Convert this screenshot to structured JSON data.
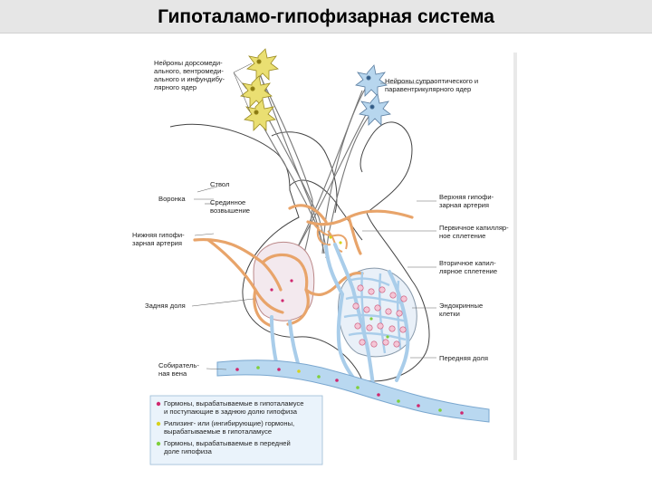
{
  "title": "Гипоталамо-гипофизарная система",
  "labels": {
    "neurons_left": [
      "Нейроны дорсомеди-",
      "ального, вентромеди-",
      "ального и инфундибу-",
      "лярного ядер"
    ],
    "neurons_right": [
      "Нейроны супраоптического и",
      "паравентрикулярного ядер"
    ],
    "stem": "Ствол",
    "funnel": "Воронка",
    "median_eminence": [
      "Срединное",
      "возвышение"
    ],
    "upper_artery": [
      "Верхняя гипофи-",
      "зарная артерия"
    ],
    "lower_artery": [
      "Нижняя гипофи-",
      "зарная артерия"
    ],
    "primary_plexus": [
      "Первичное капилляр-",
      "ное сплетение"
    ],
    "secondary_plexus": [
      "Вторичное капил-",
      "лярное сплетение"
    ],
    "endocrine_cells": [
      "Эндокринные",
      "клетки"
    ],
    "posterior_lobe": "Задняя доля",
    "anterior_lobe": "Передняя доля",
    "collecting_vein": [
      "Собиратель-",
      "ная вена"
    ]
  },
  "legend": [
    {
      "text": [
        "Гормоны, вырабатываемые в гипоталамусе",
        "и поступающие в заднюю долю гипофиза"
      ],
      "color": "#d0286f"
    },
    {
      "text": [
        "Рилизинг- или (ингибирующие) гормоны,",
        "вырабатываемые в гипоталамусе"
      ],
      "color": "#d7d21c"
    },
    {
      "text": [
        "Гормоны, вырабатываемые в передней",
        "доле гипофиза"
      ],
      "color": "#7fcf3a"
    }
  ],
  "colors": {
    "artery": "#e8a46a",
    "vein": "#a9cdea",
    "neuron": "#eadf72",
    "neuron_blue": "#b7d6ee"
  }
}
